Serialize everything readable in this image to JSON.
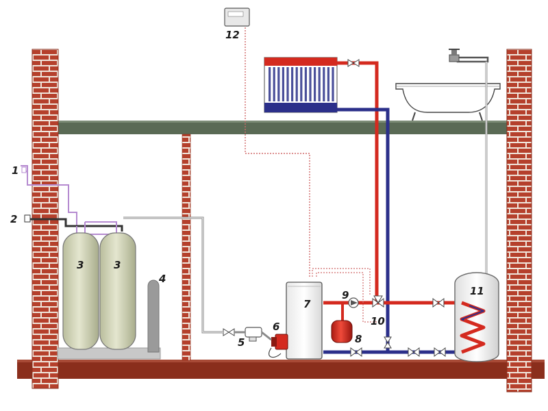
{
  "labels": {
    "l1": "1",
    "l2": "2",
    "l3a": "3",
    "l3b": "3",
    "l4": "4",
    "l5": "5",
    "l6": "6",
    "l7": "7",
    "l8": "8",
    "l9": "9",
    "l10": "10",
    "l11": "11",
    "l12": "12"
  },
  "colors": {
    "brick": "#b5402c",
    "mortar": "#f0e6dc",
    "floor": "#8a2e1c",
    "slab": "#5a6a55",
    "hot_pipe": "#d42a1f",
    "cold_pipe": "#2b2f8a",
    "gas_pipe": "#5a5a5a",
    "signal_line": "#d06a6a",
    "tank": "#d8dbc0",
    "expansion_vessel": "#d42a1f"
  }
}
